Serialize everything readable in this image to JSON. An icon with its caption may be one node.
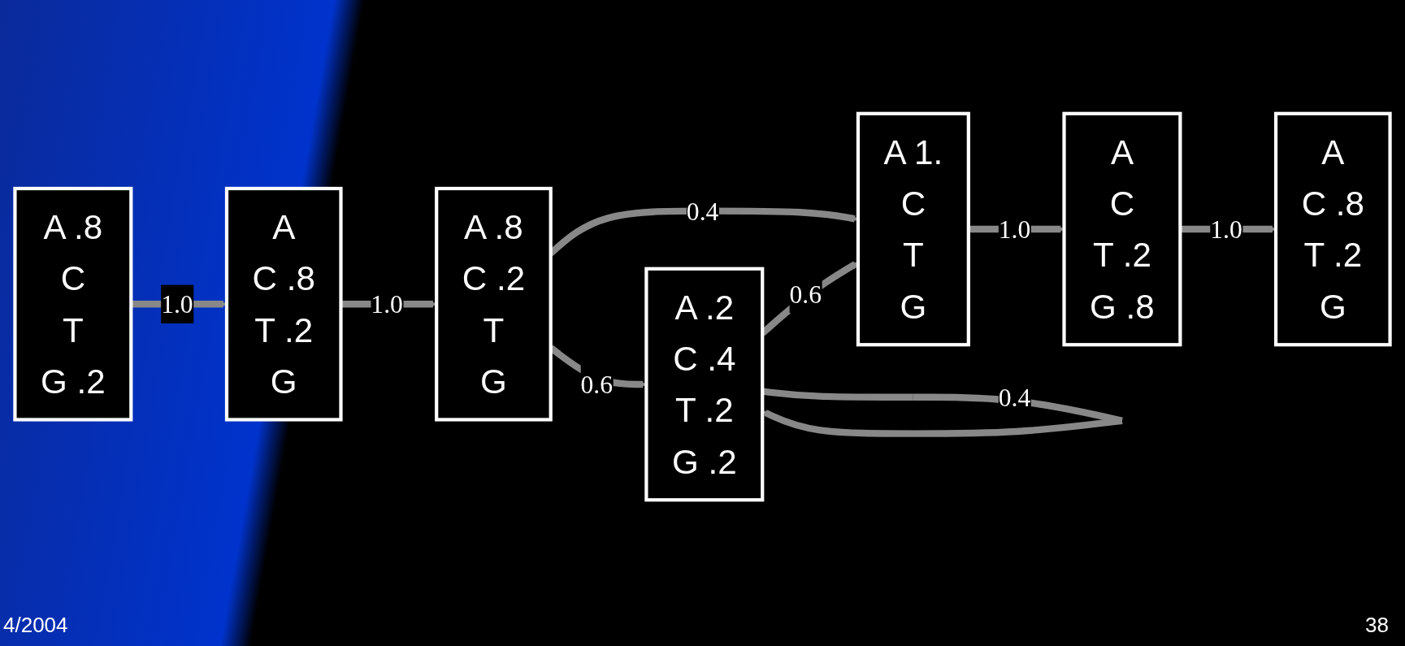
{
  "diagram": {
    "nodes": [
      {
        "text": [
          "A .8",
          "C",
          "T",
          "G .2"
        ]
      },
      {
        "text": [
          "A",
          "C .8",
          "T .2",
          "G"
        ]
      },
      {
        "text": [
          "A .8",
          "C .2",
          "T",
          "G"
        ]
      },
      {
        "text": [
          "A .2",
          "C .4",
          "T .2",
          "G .2"
        ]
      },
      {
        "text": [
          "A 1.",
          "C",
          "T",
          "G"
        ]
      },
      {
        "text": [
          "A",
          "C",
          "T .2",
          "G .8"
        ]
      },
      {
        "text": [
          "A",
          "C .8",
          "T .2",
          "G"
        ]
      }
    ],
    "edges": [
      {
        "from": 0,
        "to": 1,
        "arrow": "to",
        "label": "1.0"
      },
      {
        "from": 1,
        "to": 2,
        "arrow": "to",
        "label": "1.0"
      },
      {
        "from": 2,
        "to": 4,
        "arrow": "to",
        "label": "0.4"
      },
      {
        "from": 2,
        "to": 3,
        "arrow": "to",
        "label": "0.6"
      },
      {
        "from": 3,
        "to": 4,
        "arrow": "to",
        "label": "0.6"
      },
      {
        "from": 3,
        "to": 3,
        "arrow": "to",
        "label": "0.4"
      },
      {
        "from": 4,
        "to": 5,
        "arrow": "to",
        "label": "1.0"
      },
      {
        "from": 5,
        "to": 6,
        "arrow": "to",
        "label": "1.0"
      }
    ],
    "labels": [
      "4/2004",
      "38"
    ]
  }
}
